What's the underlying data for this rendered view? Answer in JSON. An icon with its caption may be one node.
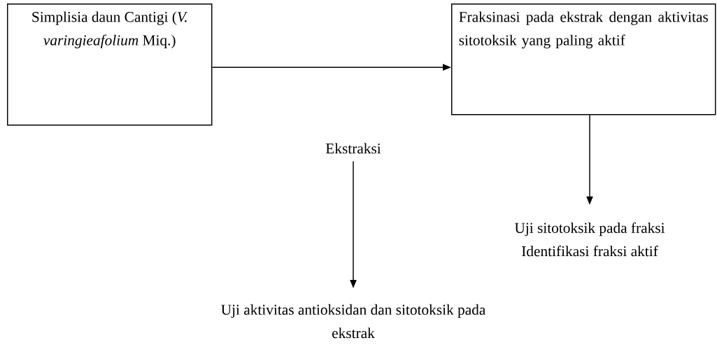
{
  "diagram": {
    "nodes": [
      {
        "text": [
          "Simplisia daun Cantigi (*V. varingieafolium* Miq.)"
        ]
      },
      {
        "text": [
          "Fraksinasi pada ekstrak dengan aktivitas sitotoksik yang paling aktif"
        ]
      },
      {
        "text": [
          "Ekstraksi"
        ]
      },
      {
        "text": [
          "Uji aktivitas antioksidan dan sitotoksik pada ekstrak"
        ]
      },
      {
        "text": [
          "Uji sitotoksik pada fraksi",
          "Identifikasi fraksi aktif"
        ]
      }
    ],
    "edges": [
      {
        "from": 0,
        "to": 1,
        "arrow": "to"
      },
      {
        "from": 2,
        "to": 3,
        "arrow": "to"
      },
      {
        "from": 1,
        "to": 4,
        "arrow": "to"
      }
    ]
  }
}
